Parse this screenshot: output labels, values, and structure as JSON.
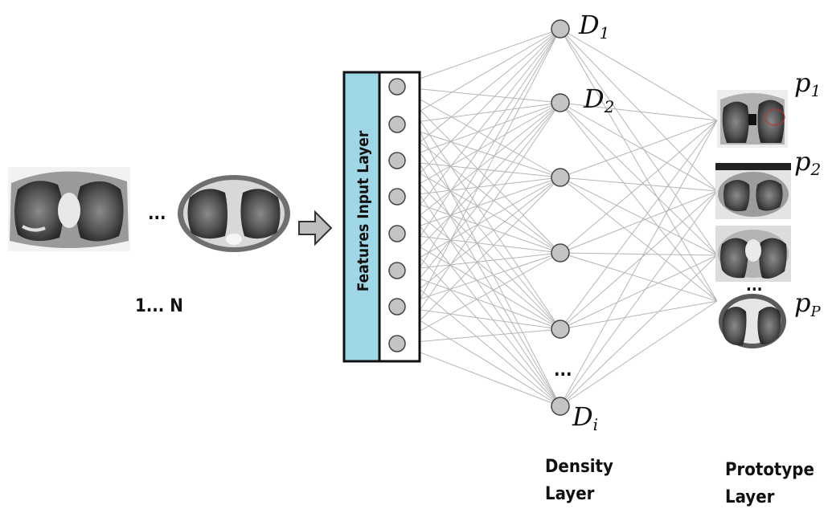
{
  "input": {
    "ellipsis": "...",
    "range_label": "1... N"
  },
  "features_layer": {
    "label": "Features Input Layer"
  },
  "density": {
    "nodes": [
      {
        "sym": "D",
        "sub": "1"
      },
      {
        "sym": "D",
        "sub": "2"
      },
      {
        "sym": "",
        "sub": ""
      },
      {
        "sym": "",
        "sub": ""
      },
      {
        "sym": "",
        "sub": ""
      },
      {
        "sym": "D",
        "sub": "i"
      }
    ],
    "ellipsis": "...",
    "caption_line1": "Density",
    "caption_line2": "Layer"
  },
  "prototype": {
    "labels": [
      {
        "sym": "p",
        "sub": "1"
      },
      {
        "sym": "p",
        "sub": "2"
      },
      {
        "sym": "p",
        "sub": "P"
      }
    ],
    "ellipsis": "...",
    "caption_line1": "Prototype",
    "caption_line2": "Layer"
  },
  "colors": {
    "features_box": "#9fd7e6",
    "node_fill": "#c4c4c4",
    "edge": "#b5b5b5",
    "arrow_fill": "#bdbdbd"
  }
}
